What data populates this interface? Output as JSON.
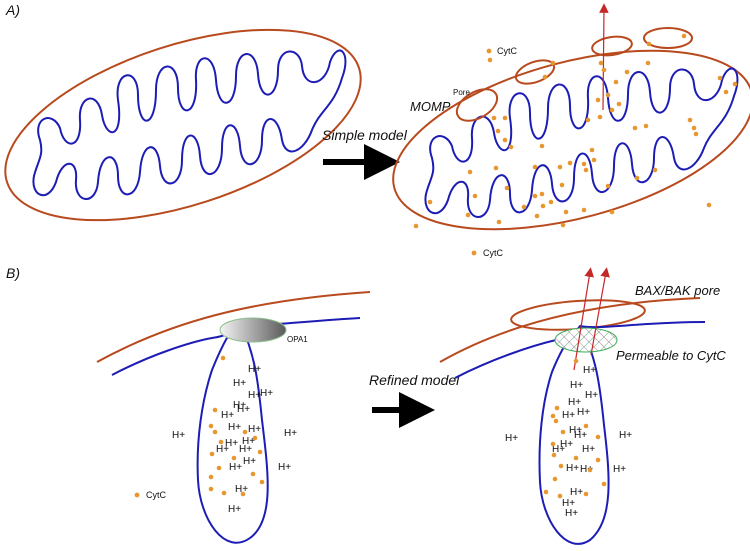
{
  "panels": {
    "a_label": "A)",
    "b_label": "B)"
  },
  "labels": {
    "simple_model": "Simple model",
    "refined_model": "Refined model",
    "momp": "MOMP",
    "pore": "Pore",
    "cytc": "CytC",
    "opa1": "OPA1",
    "bax_bak_pore": "BAX/BAK pore",
    "permeable": "Permeable to CytC",
    "hplus": "H+"
  },
  "colors": {
    "outer_membrane": "#b84a1e",
    "inner_membrane": "#1d1db5",
    "cytc_dot": "#e8972e",
    "efflux_arrow": "#c62828",
    "opa1_fill": "#6d6d6d",
    "pore_mesh": "#3fae5a"
  }
}
